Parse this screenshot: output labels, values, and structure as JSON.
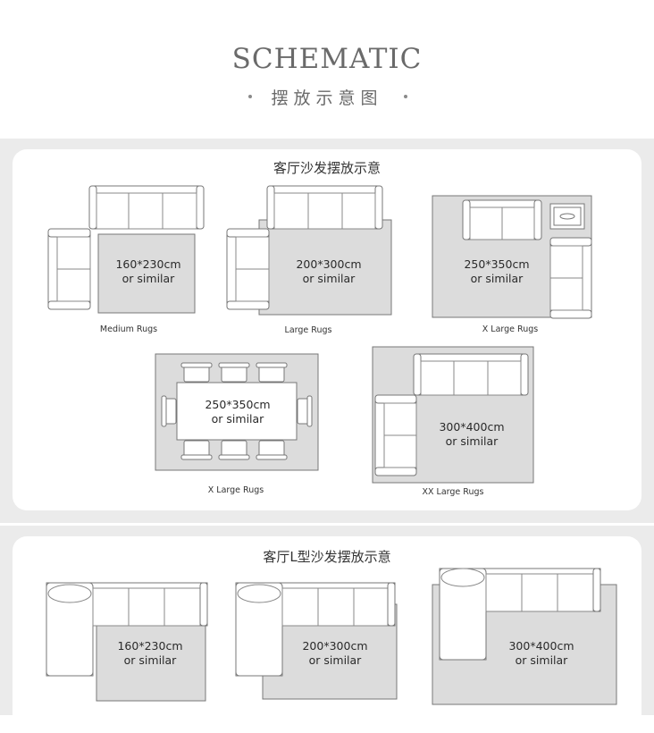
{
  "header": {
    "title": "SCHEMATIC",
    "subtitle": "摆放示意图"
  },
  "section1": {
    "title": "客厅沙发摆放示意",
    "diagrams": [
      {
        "size": "160*230cm",
        "note": "or similar",
        "caption": "Medium Rugs"
      },
      {
        "size": "200*300cm",
        "note": "or similar",
        "caption": "Large Rugs"
      },
      {
        "size": "250*350cm",
        "note": "or similar",
        "caption": "X Large Rugs"
      },
      {
        "size": "250*350cm",
        "note": "or similar",
        "caption": "X Large Rugs"
      },
      {
        "size": "300*400cm",
        "note": "or similar",
        "caption": "XX Large Rugs"
      }
    ]
  },
  "section2": {
    "title": "客厅L型沙发摆放示意",
    "diagrams": [
      {
        "size": "160*230cm",
        "note": "or similar"
      },
      {
        "size": "200*300cm",
        "note": "or similar"
      },
      {
        "size": "300*400cm",
        "note": "or similar"
      }
    ]
  },
  "colors": {
    "rug": "#dcdcdc",
    "band": "#ebebeb",
    "line": "#777777"
  }
}
